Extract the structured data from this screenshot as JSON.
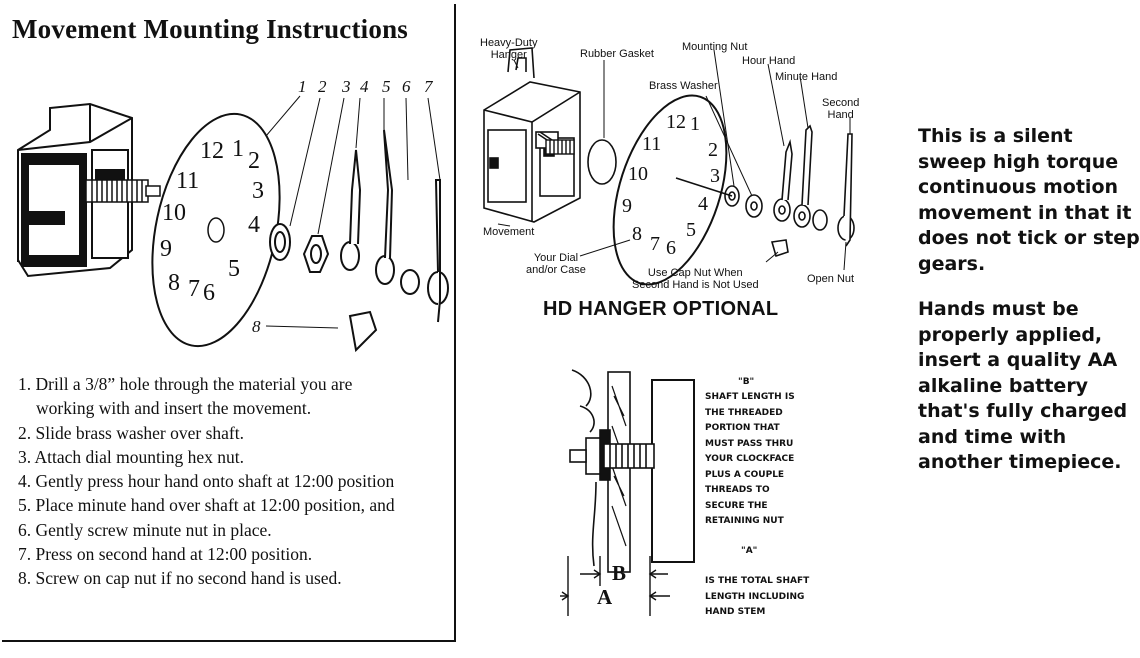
{
  "left_panel": {
    "title": "Movement Mounting Instructions",
    "part_numbers": [
      "1",
      "2",
      "3",
      "4",
      "5",
      "6",
      "7"
    ],
    "cap_label": "8",
    "dial_numerals": [
      "12",
      "1",
      "2",
      "3",
      "4",
      "5",
      "6",
      "7",
      "8",
      "9",
      "10",
      "11"
    ],
    "steps": [
      "1. Drill a 3/8” hole through the material you are",
      "working with and insert the movement.",
      "2. Slide brass washer over shaft.",
      "3. Attach dial mounting hex nut.",
      "4. Gently press hour hand onto shaft at 12:00 position",
      "5. Place minute hand over shaft at 12:00 position, and",
      "6. Gently screw minute nut in place.",
      "7. Press on second hand at 12:00 position.",
      "8. Screw on cap nut if no second hand is used."
    ]
  },
  "exploded_view": {
    "labels": {
      "heavy_duty_hanger": "Heavy-Duty\nHanger",
      "rubber_gasket": "Rubber Gasket",
      "mounting_nut": "Mounting Nut",
      "hour_hand": "Hour Hand",
      "minute_hand": "Minute Hand",
      "brass_washer": "Brass Washer",
      "second_hand": "Second\nHand",
      "movement": "Movement",
      "your_dial": "Your Dial\nand/or Case",
      "use_cap_nut": "Use Cap Nut When\nSecond Hand is Not Used",
      "open_nut": "Open Nut"
    },
    "dial_numerals": [
      "12",
      "1",
      "2",
      "3",
      "4",
      "5",
      "6",
      "7",
      "8",
      "9",
      "10",
      "11"
    ],
    "caption": "HD HANGER OPTIONAL"
  },
  "shaft_diagram": {
    "note_b_title": "\"B\"",
    "note_b_lines": [
      "SHAFT LENGTH IS",
      "THE THREADED",
      "PORTION THAT",
      "MUST PASS THRU",
      "YOUR CLOCKFACE",
      "PLUS A COUPLE",
      "THREADS TO",
      "SECURE THE",
      "RETAINING NUT"
    ],
    "note_a_title": "\"A\"",
    "note_a_lines": [
      "IS THE TOTAL SHAFT",
      "LENGTH INCLUDING",
      "HAND STEM"
    ],
    "dim_b": "B",
    "dim_a": "A"
  },
  "right_text": {
    "para1": "This is a silent sweep high torque continuous motion movement in that it does not tick or step gears.",
    "para2": "Hands must be properly applied, insert a quality AA alkaline battery that's fully charged and time with another timepiece."
  }
}
